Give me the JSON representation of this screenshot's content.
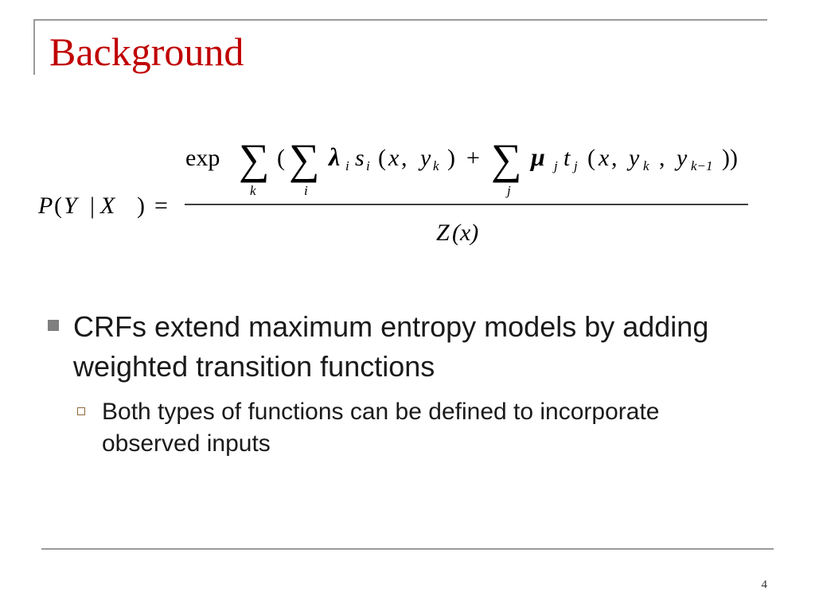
{
  "slide": {
    "title": "Background",
    "page_number": "4"
  },
  "formula": {
    "lhs_P": "P",
    "lhs_open": "(",
    "lhs_Y": "Y",
    "lhs_bar": "|",
    "lhs_X": "X",
    "lhs_close": ")",
    "equals": "=",
    "exp": "exp",
    "sum": "∑",
    "sub_k": "k",
    "sub_i": "i",
    "sub_j": "j",
    "paren_open": "(",
    "lambda": "λ",
    "s": "s",
    "args_open": "(",
    "x": "x",
    "comma": ",",
    "y": "y",
    "args_close": ")",
    "plus": "+",
    "mu": "μ",
    "t": "t",
    "k_minus_1": "k−1",
    "closing": "))",
    "denominator": "Z",
    "denom_arg": "(x)"
  },
  "bullets": [
    {
      "text": "CRFs extend maximum entropy models by adding weighted transition functions"
    }
  ],
  "sub_bullets": [
    {
      "text": "Both types of functions can be defined to incorporate observed inputs"
    }
  ],
  "colors": {
    "title": "#c00000",
    "frame": "#9a9a9a",
    "bullet_l1": "#7f7f7f",
    "bullet_l2": "#8c6a3a"
  }
}
